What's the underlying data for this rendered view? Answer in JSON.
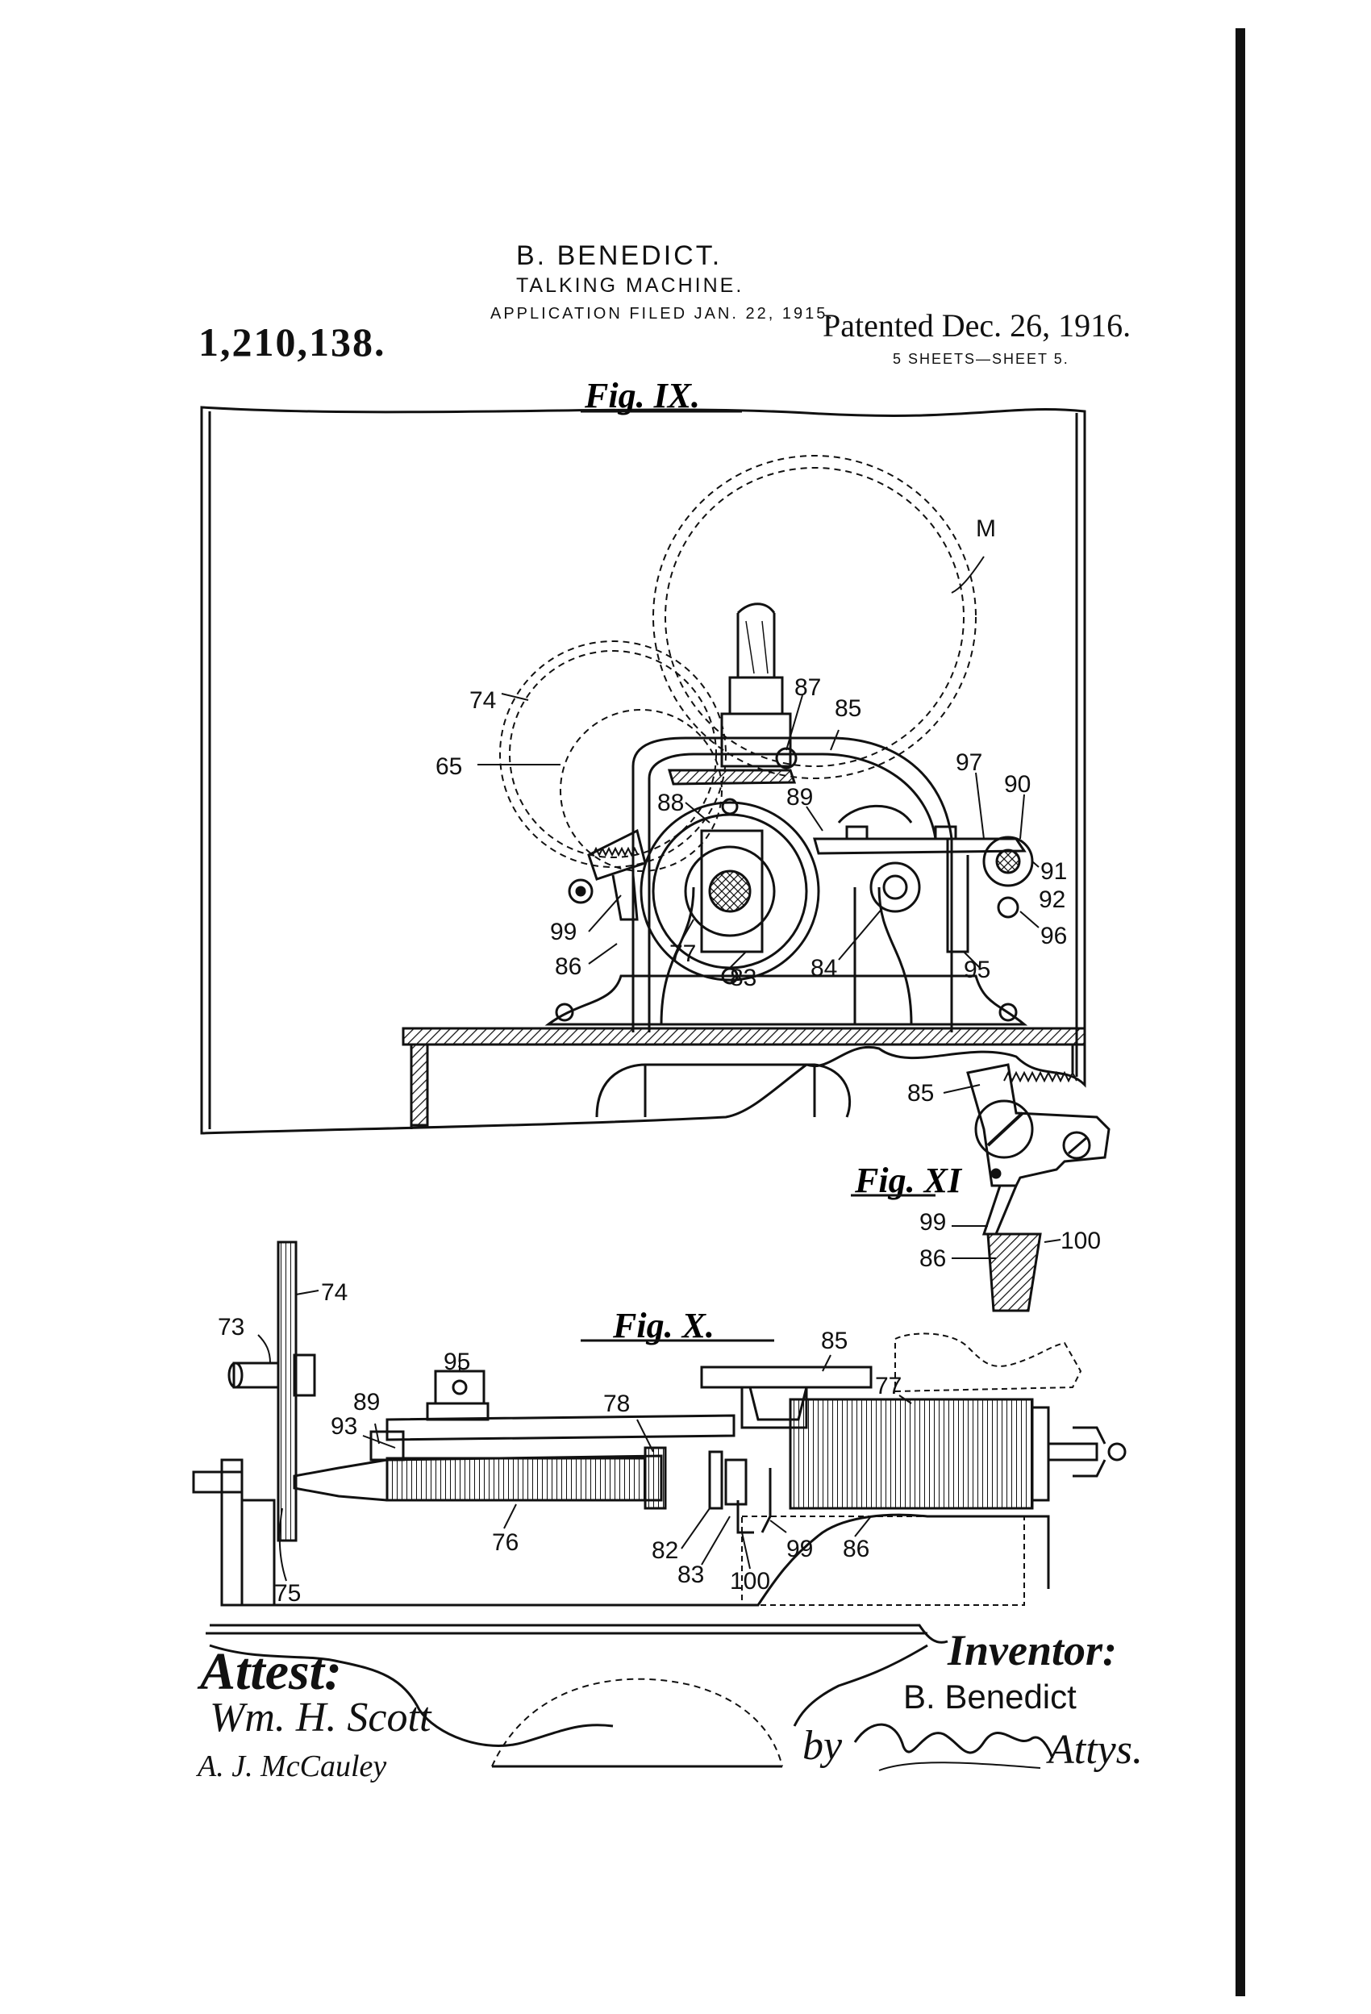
{
  "header": {
    "inventor_name": "B. BENEDICT.",
    "title": "TALKING MACHINE.",
    "application_filed": "APPLICATION FILED JAN. 22, 1915.",
    "patent_number": "1,210,138.",
    "patented": "Patented Dec. 26, 1916.",
    "sheets": "5 SHEETS—SHEET 5."
  },
  "figures": [
    {
      "id": "fig9",
      "label": "Fig. IX.",
      "callouts": [
        "M",
        "74",
        "65",
        "87",
        "85",
        "88",
        "89",
        "97",
        "90",
        "91",
        "92",
        "99",
        "86",
        "77",
        "83",
        "84",
        "95",
        "96"
      ]
    },
    {
      "id": "fig11",
      "label": "Fig. XI",
      "callouts": [
        "85",
        "99",
        "100",
        "86"
      ]
    },
    {
      "id": "fig10",
      "label": "Fig. X.",
      "callouts": [
        "74",
        "73",
        "95",
        "89",
        "93",
        "78",
        "85",
        "77",
        "86",
        "99",
        "82",
        "83",
        "100",
        "75",
        "76"
      ]
    }
  ],
  "signatures": {
    "attest_label": "Attest:",
    "witnesses": [
      "Wm. H. Scott",
      "A. J. McCauley"
    ],
    "inventor_label": "Inventor:",
    "inventor": "B. Benedict",
    "attorney_prefix": "by",
    "attorney_suffix": "Attys."
  },
  "colors": {
    "ink": "#111111",
    "paper": "#ffffff"
  }
}
